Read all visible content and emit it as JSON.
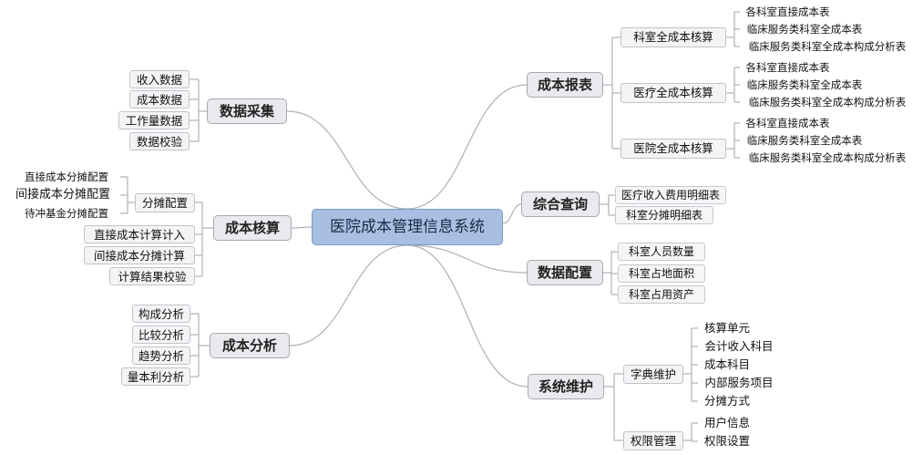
{
  "root": "医院成本管理信息系统",
  "left": {
    "data_collection": {
      "label": "数据采集",
      "items": [
        "收入数据",
        "成本数据",
        "工作量数据",
        "数据校验"
      ]
    },
    "cost_accounting": {
      "label": "成本核算",
      "allocation": {
        "label": "分摊配置",
        "items": [
          "直接成本分摊配置",
          "间接成本分摊配置",
          "待冲基金分摊配置"
        ]
      },
      "items": [
        "直接成本计算计入",
        "间接成本分摊计算",
        "计算结果校验"
      ]
    },
    "cost_analysis": {
      "label": "成本分析",
      "items": [
        "构成分析",
        "比较分析",
        "趋势分析",
        "量本利分析"
      ]
    }
  },
  "right": {
    "cost_report": {
      "label": "成本报表",
      "groups": [
        {
          "label": "科室全成本核算",
          "items": [
            "各科室直接成本表",
            "临床服务类科室全成本表",
            "临床服务类科室全成本构成分析表"
          ]
        },
        {
          "label": "医疗全成本核算",
          "items": [
            "各科室直接成本表",
            "临床服务类科室全成本表",
            "临床服务类科室全成本构成分析表"
          ]
        },
        {
          "label": "医院全成本核算",
          "items": [
            "各科室直接成本表",
            "临床服务类科室全成本表",
            "临床服务类科室全成本构成分析表"
          ]
        }
      ]
    },
    "query": {
      "label": "综合查询",
      "items": [
        "医疗收入费用明细表",
        "科室分摊明细表"
      ]
    },
    "data_config": {
      "label": "数据配置",
      "items": [
        "科室人员数量",
        "科室占地面积",
        "科室占用资产"
      ]
    },
    "maintenance": {
      "label": "系统维护",
      "dictionary": {
        "label": "字典维护",
        "items": [
          "核算单元",
          "会计收入科目",
          "成本科目",
          "内部服务项目",
          "分摊方式"
        ]
      },
      "permission": {
        "label": "权限管理",
        "items": [
          "用户信息",
          "权限设置"
        ]
      }
    }
  },
  "colors": {
    "root_fill": "#a8bfe2",
    "main_fill": "#e9e9ee",
    "line": "#b0b0b8"
  }
}
